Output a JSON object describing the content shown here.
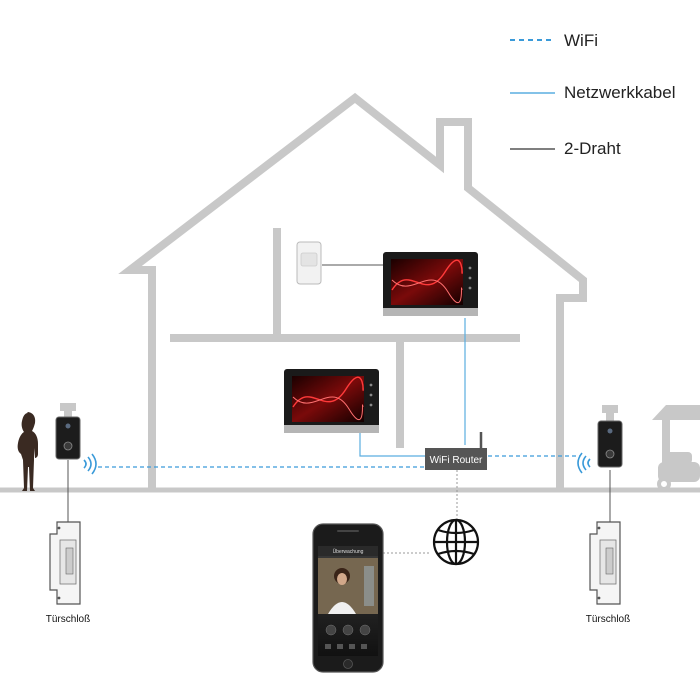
{
  "legend": {
    "wifi_label": "WiFi",
    "network_cable_label": "Netzwerkkabel",
    "two_wire_label": "2-Draht"
  },
  "router": {
    "label": "WiFi Router"
  },
  "door_locks": {
    "left_label": "Türschloß",
    "right_label": "Türschloß"
  },
  "phone": {
    "screen_title": "Überwachung"
  },
  "colors": {
    "wifi_line": "#3a9ad9",
    "network_cable": "#5aaee0",
    "two_wire": "#555555",
    "house_outline": "#c8c8c8",
    "router_box": "#555555"
  }
}
